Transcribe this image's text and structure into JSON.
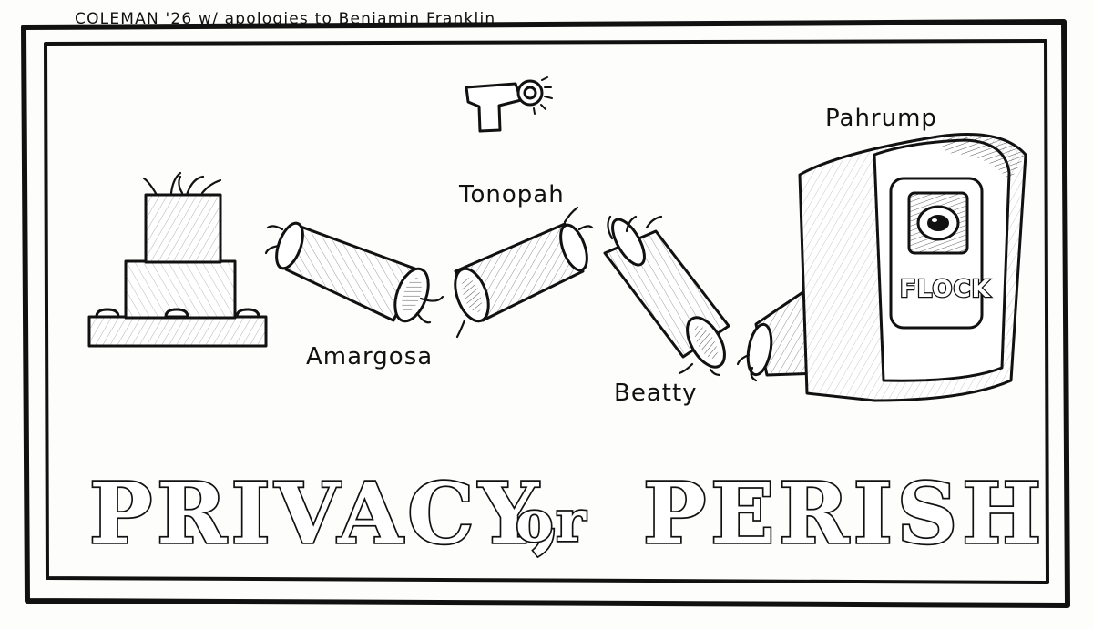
{
  "credit": "COLEMAN '26 w/ apologies to Benjamin Franklin",
  "segments": {
    "amargosa": "Amargosa",
    "tonopah": "Tonopah",
    "beatty": "Beatty",
    "pahrump": "Pahrump"
  },
  "camera_brand": "FLOCK",
  "headline": {
    "part1": "PRIVACY,",
    "part2": "or",
    "part3": "PERISH"
  }
}
